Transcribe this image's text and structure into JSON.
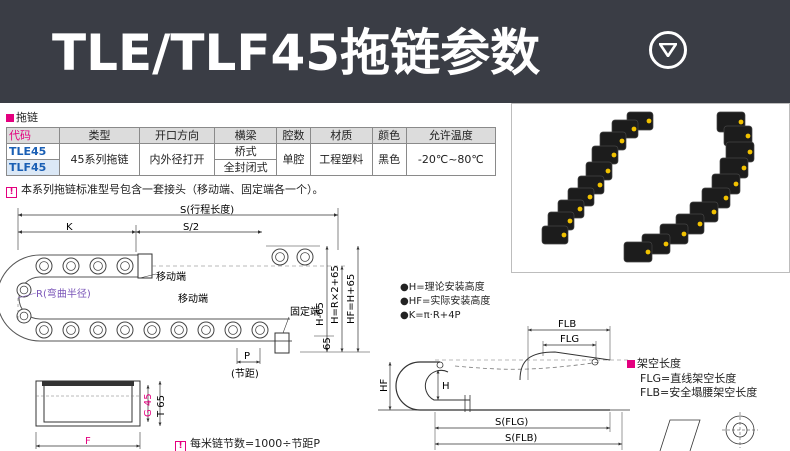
{
  "header": {
    "title": "TLE/TLF45拖链参数",
    "toggle_icon": "chevron-down-circle-icon"
  },
  "section_label": "拖链",
  "table": {
    "headers": [
      "代码",
      "类型",
      "开口方向",
      "横梁",
      "腔数",
      "材质",
      "颜色",
      "允许温度"
    ],
    "rows": [
      {
        "code": "TLE45",
        "beam": "桥式"
      },
      {
        "code": "TLF45",
        "beam": "全封闭式"
      }
    ],
    "type": "45系列拖链",
    "opening": "内外径打开",
    "cavity": "单腔",
    "material": "工程塑料",
    "color": "黑色",
    "temperature": "-20℃~80℃"
  },
  "note": "本系列拖链标准型号包含一套接头（移动端、固定端各一个）。",
  "diagram": {
    "stroke": "S(行程长度)",
    "k": "K",
    "half_s": "S/2",
    "moving_end_label": "移动端",
    "moving_end_body": "移动端",
    "radius": "R(弯曲半径)",
    "fixed_end": "固定端",
    "h65": "H-65",
    "h_r2_65": "H=R×2+65",
    "hf_h65": "HF=H+65",
    "dim65": "65",
    "p": "P",
    "pitch": "(节距)",
    "formulas": [
      "●H=理论安装高度",
      "●HF=实际安装高度",
      "●K=π·R+4P"
    ],
    "g45": "G 45",
    "t65": "T 65",
    "f": "F",
    "bottom_note": "每米链节数=1000÷节距P",
    "flb": "FLB",
    "flg": "FLG",
    "hf": "HF",
    "h": "H",
    "s_flg": "S(FLG)",
    "s_flb": "S(FLB)",
    "overhang_title": "架空长度",
    "overhang_lines": [
      "FLG=直线架空长度",
      "FLB=安全塌腰架空长度"
    ]
  },
  "colors": {
    "header_bg": "#3a3d45",
    "accent_pink": "#e4007f",
    "code_blue": "#1a5fb4"
  }
}
